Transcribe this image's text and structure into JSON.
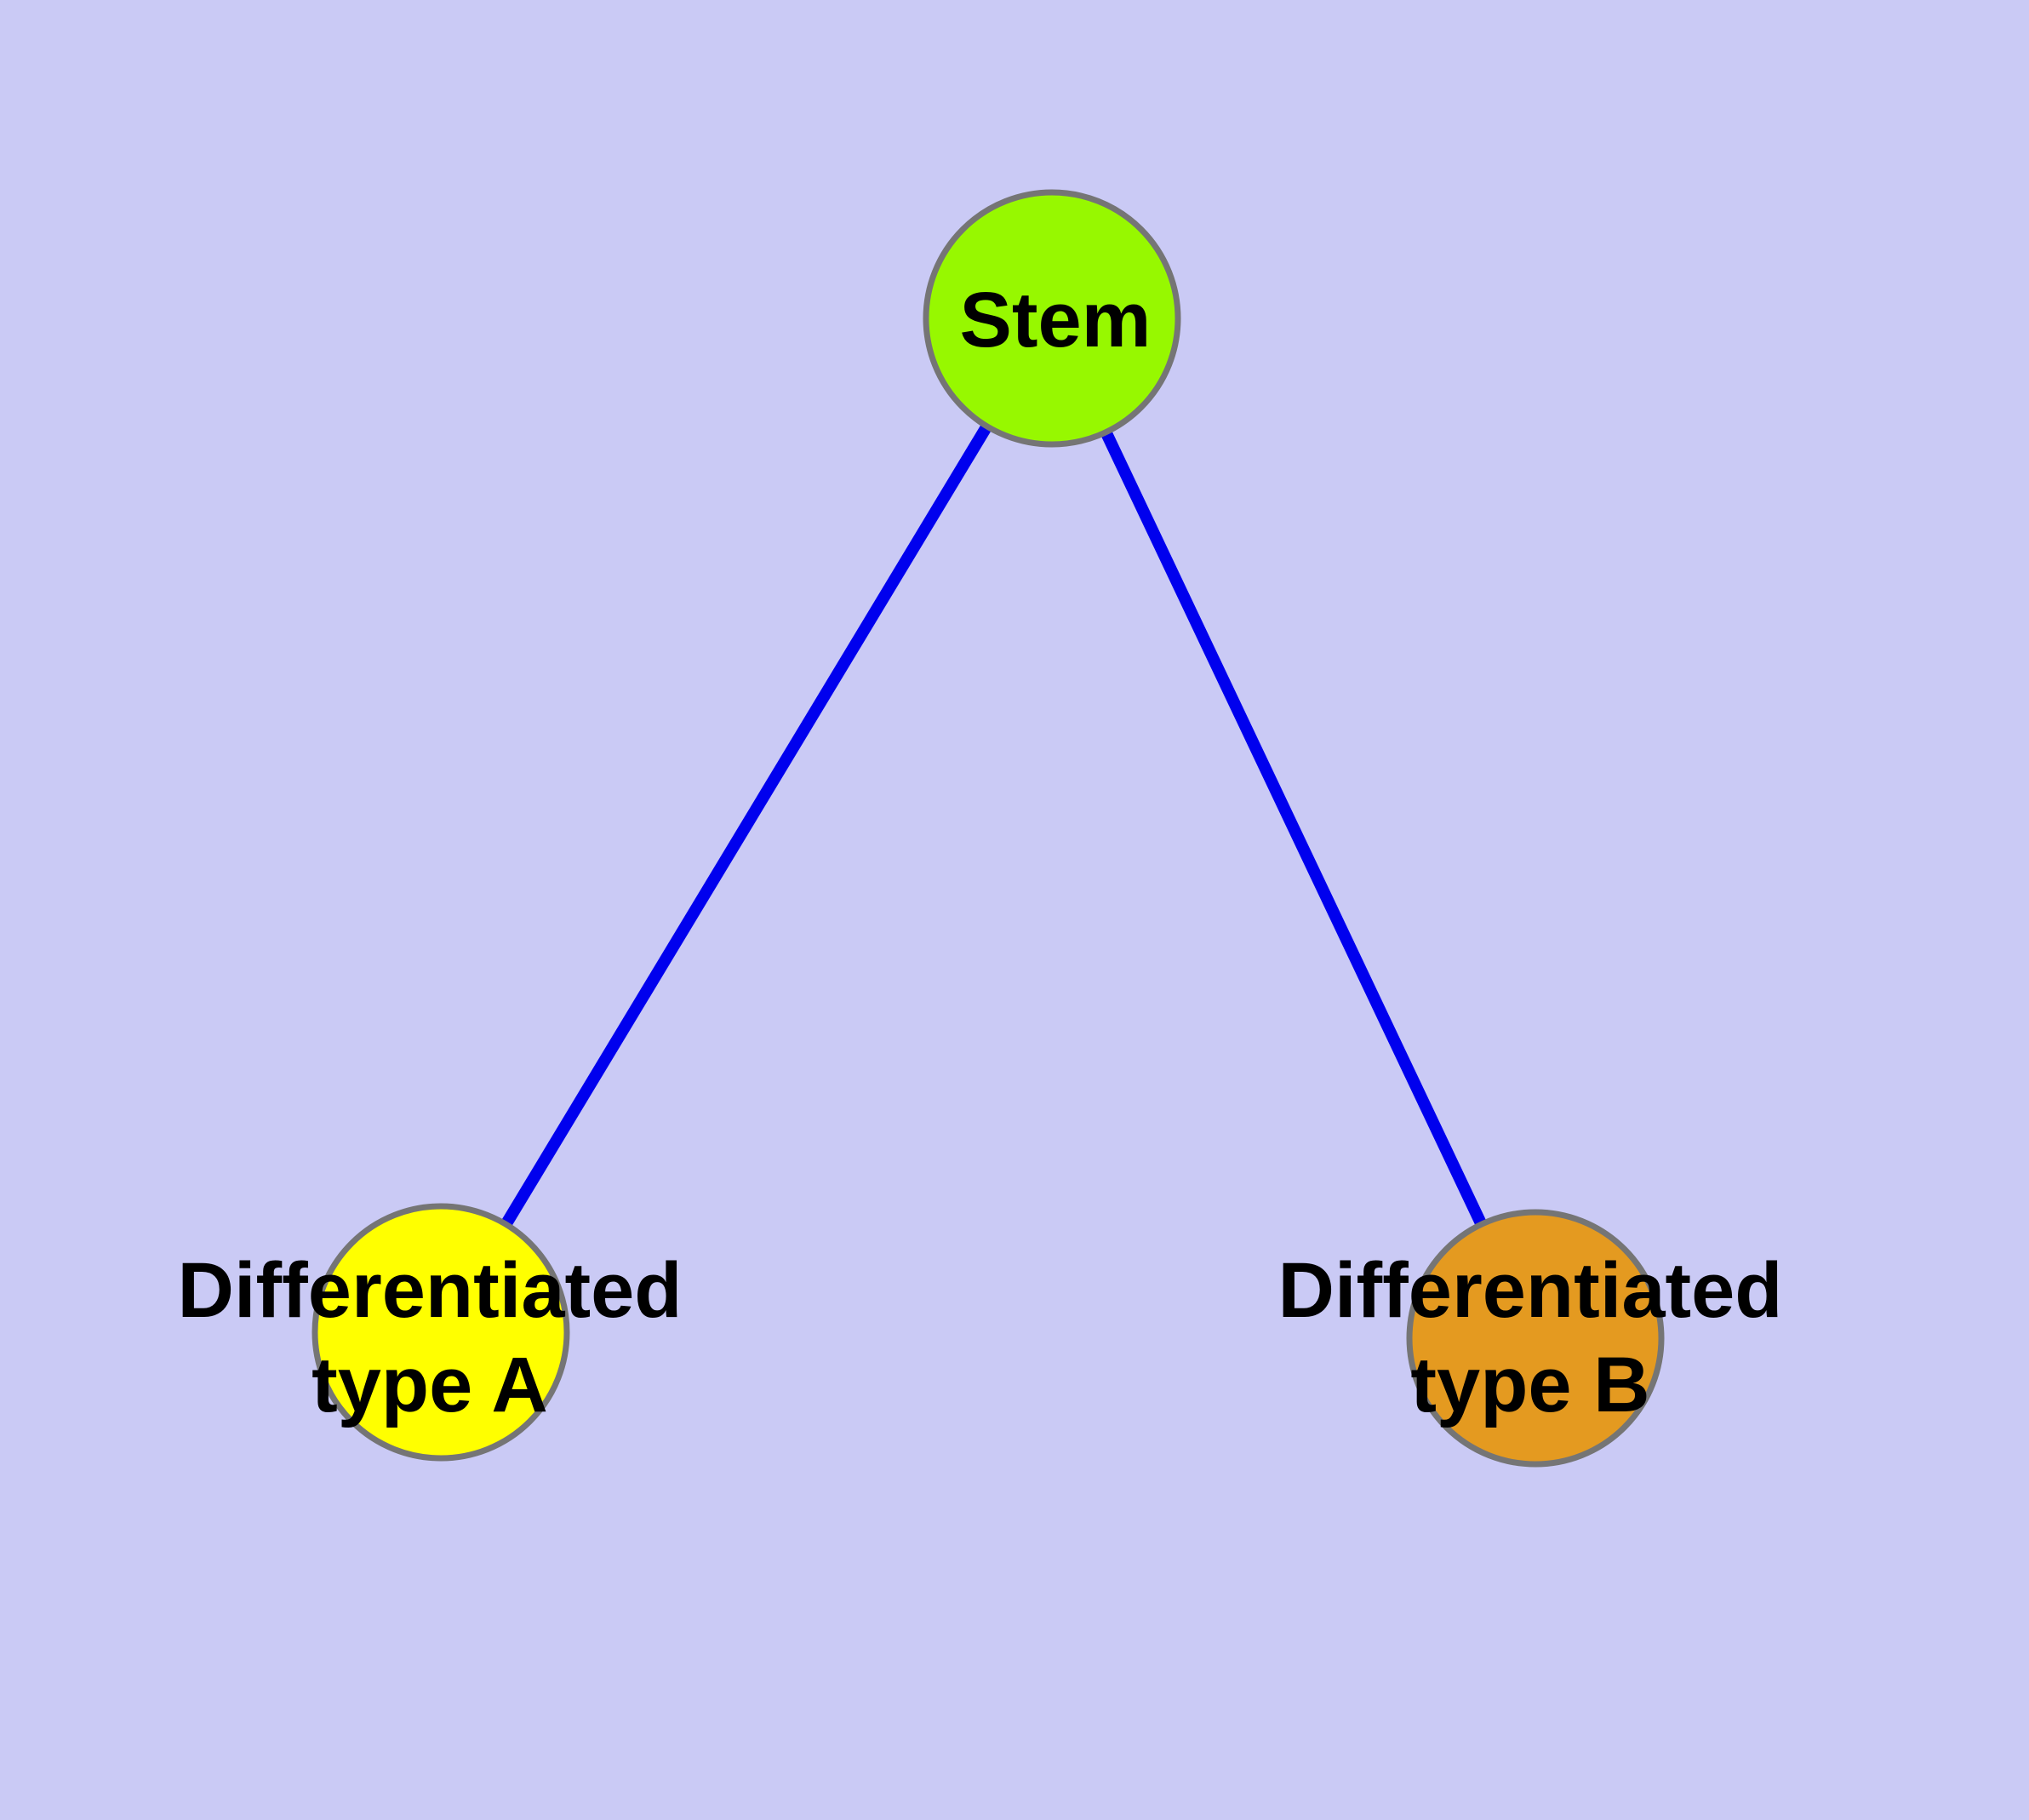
{
  "diagram": {
    "background_color": "#CACAF5",
    "edge_color": "#0000EE",
    "node_border_color": "#757575",
    "label_color": "#000000",
    "nodes": {
      "stem": {
        "label": "Stem",
        "fill": "#97F800"
      },
      "type_a": {
        "label_line1": "Differentiated",
        "label_line2": "type A",
        "fill": "#FFFF00"
      },
      "type_b": {
        "label_line1": "Differentiated",
        "label_line2": "type B",
        "fill": "#E49A20"
      }
    },
    "edges": {
      "stem_to_a": {
        "from": "Stem",
        "to": "Differentiated type A"
      },
      "stem_to_b": {
        "from": "Stem",
        "to": "Differentiated type B"
      }
    }
  }
}
